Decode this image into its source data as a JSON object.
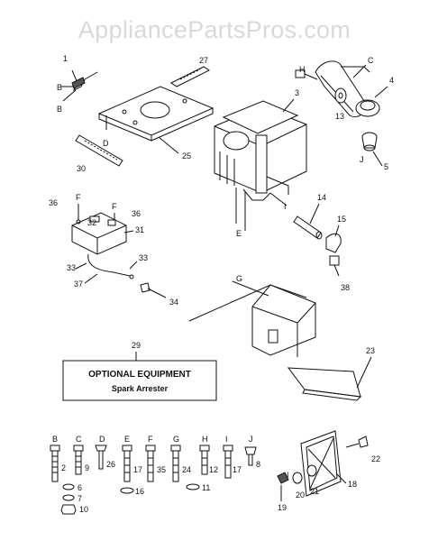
{
  "watermark": "AppliancePartsPros.com",
  "optional_box": {
    "number": "29",
    "title": "OPTIONAL EQUIPMENT",
    "subtitle": "Spark Arrester"
  },
  "labels": {
    "n1": "1",
    "n2": "2",
    "n3": "3",
    "n4": "4",
    "n5": "5",
    "n6": "6",
    "n7": "7",
    "n8": "8",
    "n9": "9",
    "n10": "10",
    "n11": "11",
    "n12": "12",
    "n13": "13",
    "n14": "14",
    "n15": "15",
    "n16": "16",
    "n17a": "17",
    "n17b": "17",
    "n18": "18",
    "n19": "19",
    "n20": "20",
    "n21": "21",
    "n22": "22",
    "n23": "23",
    "n24": "24",
    "n25": "25",
    "n26": "26",
    "n27": "27",
    "n30": "30",
    "n31": "31",
    "n32": "32",
    "n33a": "33",
    "n33b": "33",
    "n34": "34",
    "n35": "35",
    "n36a": "36",
    "n36b": "36",
    "n37": "37",
    "n38": "38"
  },
  "letters": {
    "B1": "B",
    "B2": "B",
    "C": "C",
    "D": "D",
    "E": "E",
    "F1": "F",
    "F2": "F",
    "G": "G",
    "H": "H",
    "I1": "I",
    "I2": "I",
    "J": "J",
    "rowB": "B",
    "rowC": "C",
    "rowD": "D",
    "rowE": "E",
    "rowF": "F",
    "rowG": "G",
    "rowH": "H",
    "rowI": "I",
    "rowJ": "J"
  }
}
